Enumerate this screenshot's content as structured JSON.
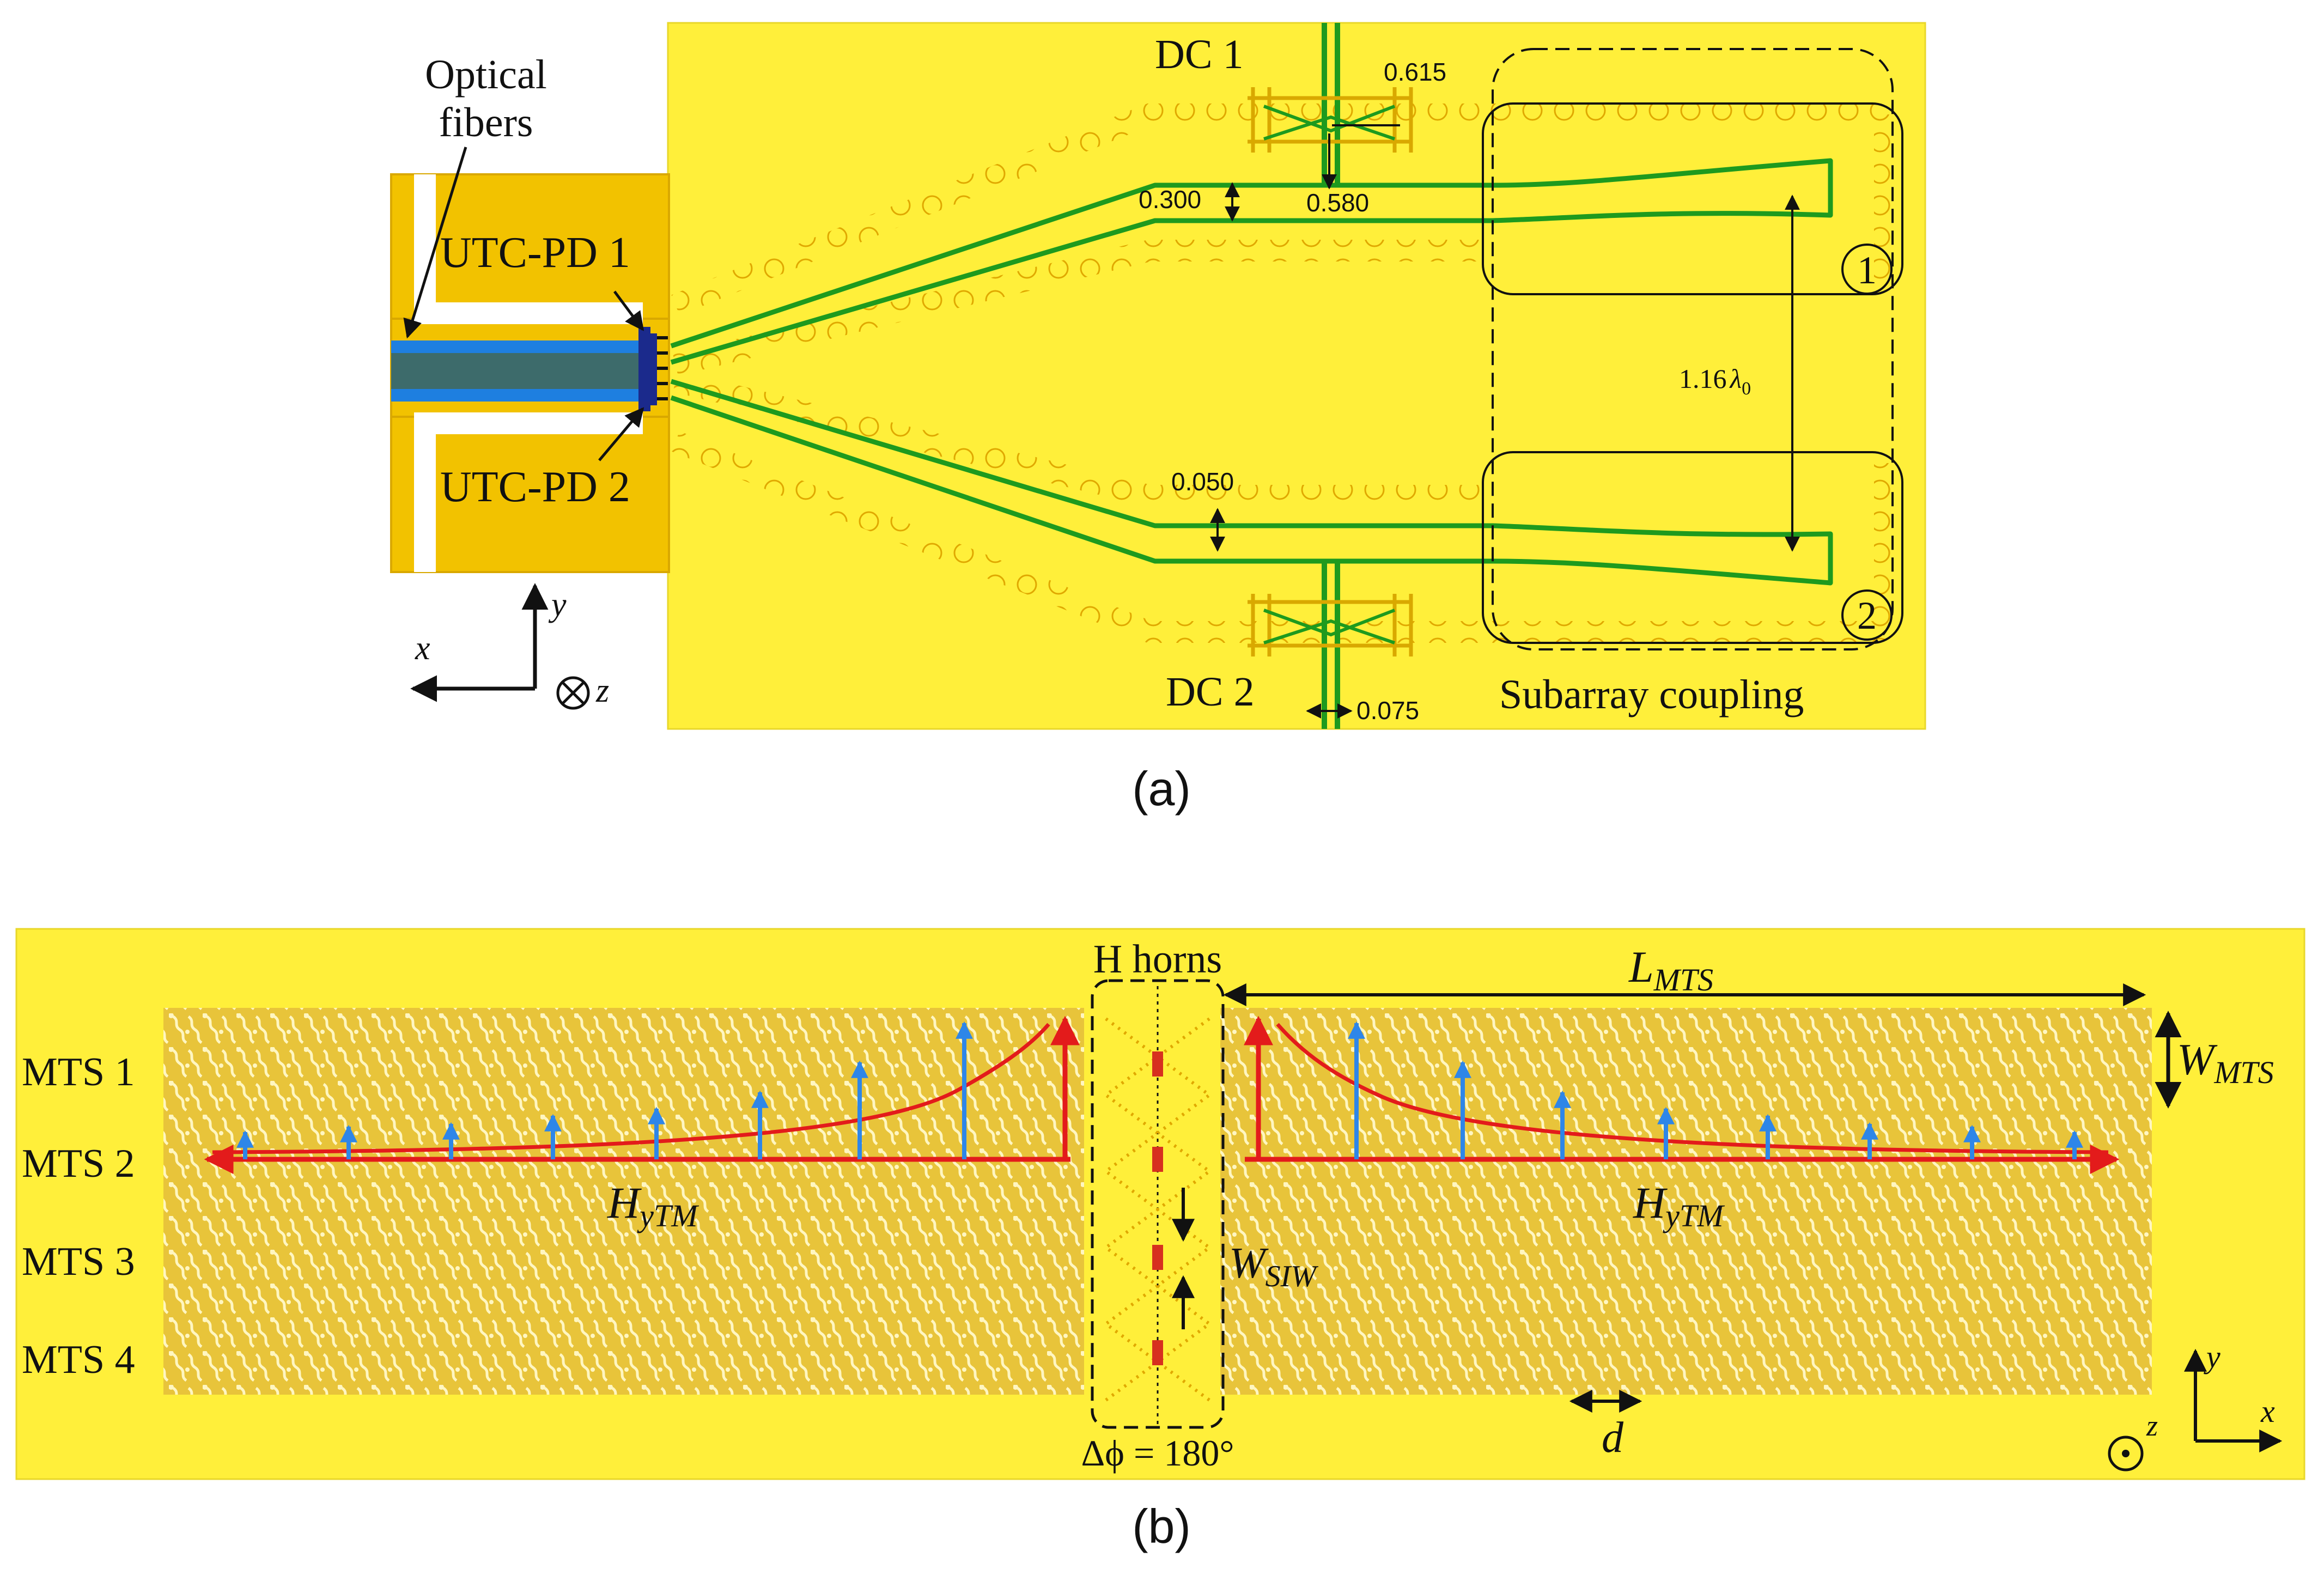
{
  "colors": {
    "board": "#FFEF3A",
    "board_edge": "#E8D72A",
    "pad": "#F2C200",
    "pad_edge": "#D9A800",
    "trace": "#1E9A1E",
    "via": "#E0A800",
    "fiber_core": "#3D6B6B",
    "fiber_clad": "#1E7FE0",
    "pd_chip": "#1B2A8C",
    "red": "#E31B1B",
    "blue": "#2E86E8",
    "mts_cell": "#E7C23A",
    "ink": "#111111"
  },
  "panel_a": {
    "caption": "(a)",
    "labels": {
      "optical_fibers_1": "Optical",
      "optical_fibers_2": "fibers",
      "utc_pd_1": "UTC-PD 1",
      "utc_pd_2": "UTC-PD 2",
      "dc1": "DC 1",
      "dc2": "DC 2",
      "subarray": "Subarray coupling",
      "port1": "1",
      "port2": "2"
    },
    "dimensions": {
      "d0615": "0.615",
      "d0300": "0.300",
      "d0580": "0.580",
      "d0050": "0.050",
      "d0075": "0.075",
      "lambda_main": "1.16",
      "lambda_sym": "λ",
      "lambda_sub": "0"
    },
    "axes": {
      "y": "y",
      "x": "x",
      "z": "z"
    }
  },
  "panel_b": {
    "caption": "(b)",
    "labels": {
      "h_horns": "H horns",
      "l_main": "L",
      "l_sub": "MTS",
      "w_main": "W",
      "w_sub": "MTS",
      "wsiw_main": "W",
      "wsiw_sub": "SIW",
      "hy_left_main": "H",
      "hy_left_sub": "yTM",
      "hy_right_main": "H",
      "hy_right_sub": "yTM",
      "d": "d",
      "phase": "Δϕ = 180°"
    },
    "mts_rows": [
      "MTS 1",
      "MTS 2",
      "MTS 3",
      "MTS 4"
    ],
    "axes": {
      "y": "y",
      "x": "x",
      "z": "z"
    }
  }
}
